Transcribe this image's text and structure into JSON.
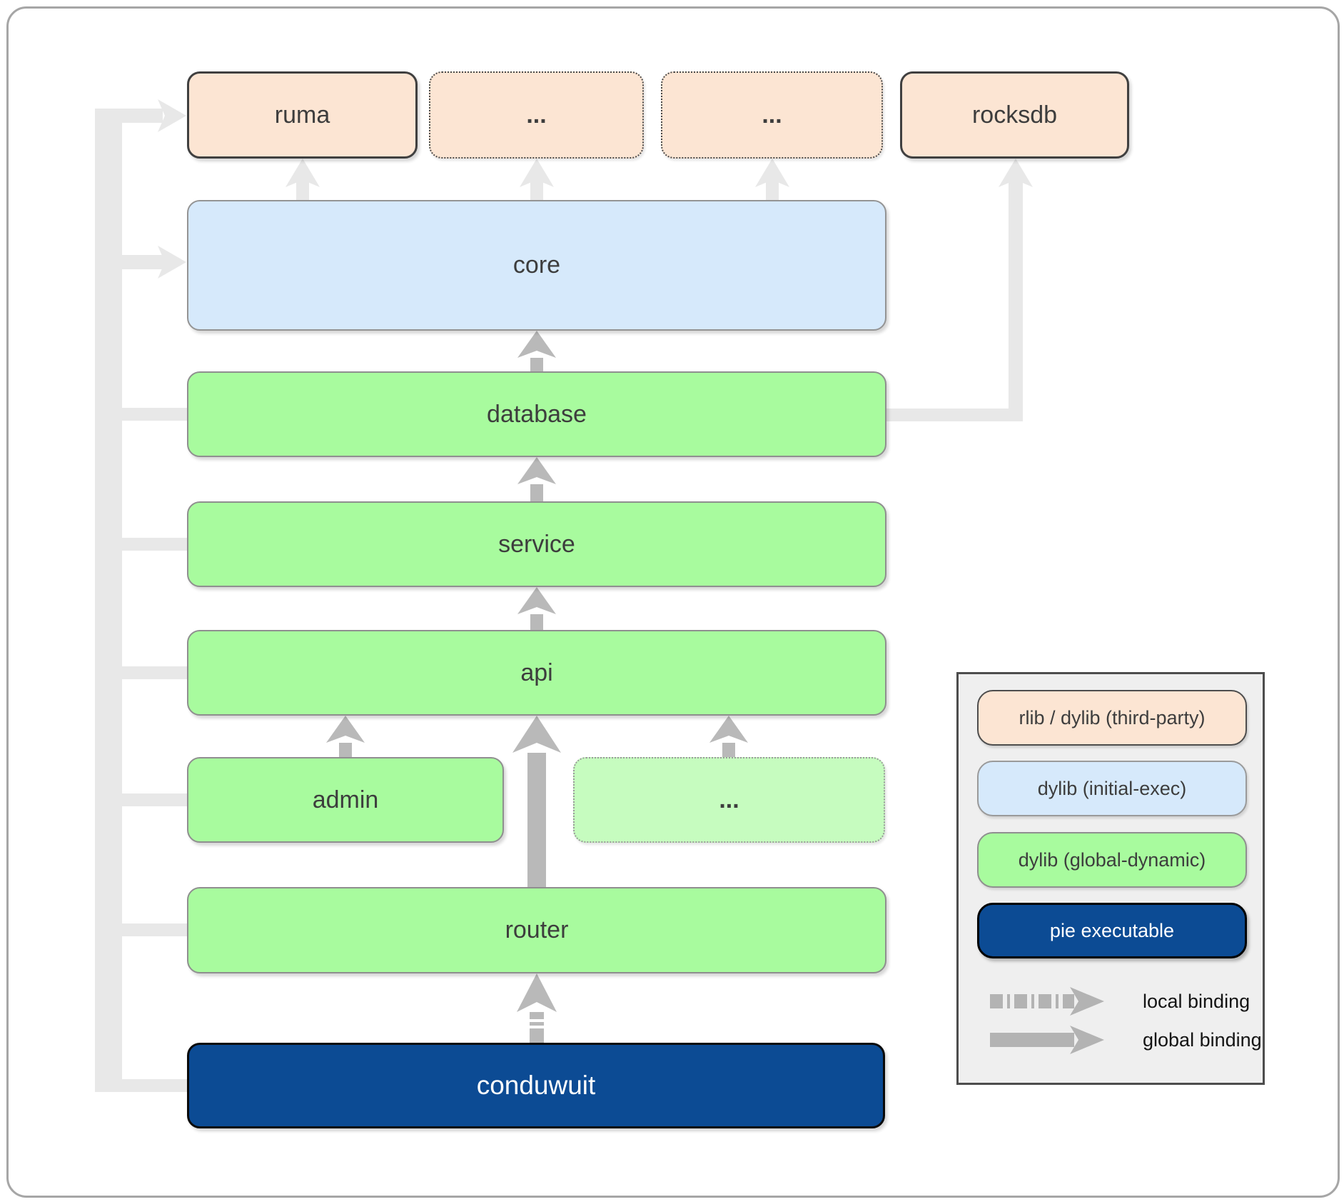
{
  "diagram": {
    "nodes": {
      "ruma": {
        "label": "ruma"
      },
      "dots_top_1": {
        "label": "..."
      },
      "dots_top_2": {
        "label": "..."
      },
      "rocksdb": {
        "label": "rocksdb"
      },
      "core": {
        "label": "core"
      },
      "database": {
        "label": "database"
      },
      "service": {
        "label": "service"
      },
      "api": {
        "label": "api"
      },
      "admin": {
        "label": "admin"
      },
      "dots_mid": {
        "label": "..."
      },
      "router": {
        "label": "router"
      },
      "conduwuit": {
        "label": "conduwuit"
      }
    },
    "colors": {
      "third_party_fill": "#fce5d3",
      "initial_exec_fill": "#d6e9fb",
      "global_dynamic_fill": "#a8fb9e",
      "global_dynamic_faded_fill": "#c6fcbf",
      "pie_fill": "#0c4b94",
      "binding_arrow_gray": "#b9b9b9",
      "transitive_line_gray": "#e8e8e8",
      "label_dark": "#3d3d3d"
    }
  },
  "legend": {
    "items": [
      {
        "key": "third-party",
        "label": "rlib / dylib (third-party)",
        "fill": "#fce5d3"
      },
      {
        "key": "initial-exec",
        "label": "dylib (initial-exec)",
        "fill": "#d6e9fb"
      },
      {
        "key": "global-dynamic",
        "label": "dylib (global-dynamic)",
        "fill": "#a8fb9e"
      },
      {
        "key": "pie",
        "label": "pie executable",
        "fill": "#0c4b94"
      }
    ],
    "bindings": [
      {
        "label": "local binding"
      },
      {
        "label": "global binding"
      }
    ]
  }
}
